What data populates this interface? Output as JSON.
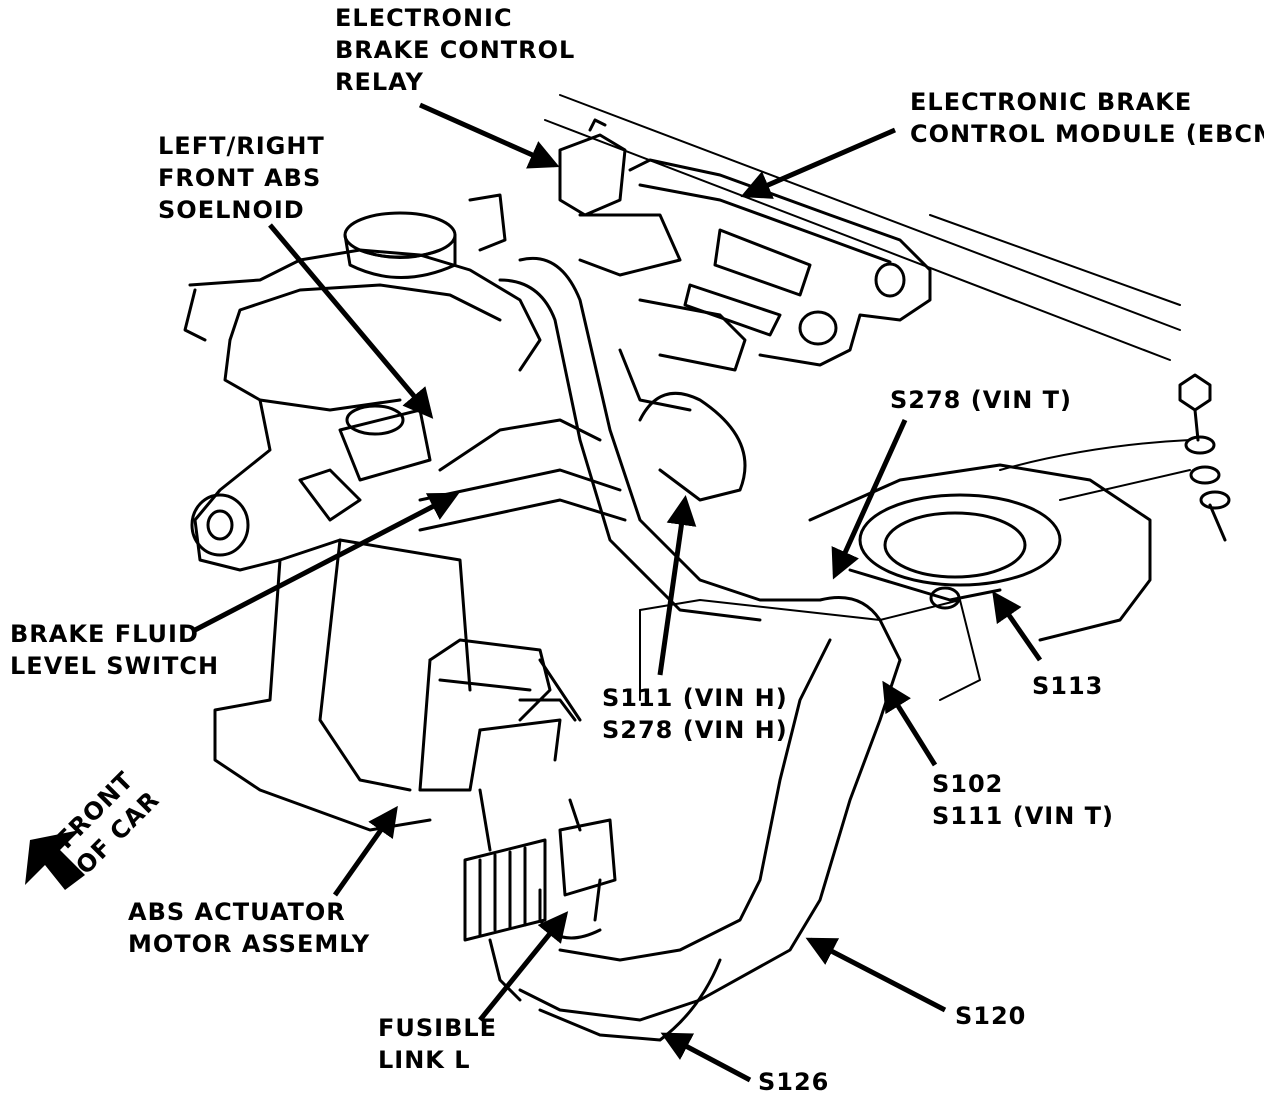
{
  "labels": {
    "ebcr": [
      "ELECTRONIC",
      "BRAKE CONTROL",
      "RELAY"
    ],
    "ebcm": [
      "ELECTRONIC BRAKE",
      "CONTROL MODULE (EBCM)"
    ],
    "solenoid": [
      "LEFT/RIGHT",
      "FRONT ABS",
      "SOELNOID"
    ],
    "fluid_switch": [
      "BRAKE FLUID",
      "LEVEL SWITCH"
    ],
    "s278_vint": "S278 (VIN T)",
    "s111_vinh": [
      "S111 (VIN H)",
      "S278 (VIN H)"
    ],
    "s113": "S113",
    "s102": [
      "S102",
      "S111 (VIN T)"
    ],
    "front_of_car": [
      "FRONT",
      "OF CAR"
    ],
    "actuator": [
      "ABS ACTUATOR",
      "MOTOR ASSEMLY"
    ],
    "fusible": [
      "FUSIBLE",
      "LINK L"
    ],
    "s120": "S120",
    "s126": "S126"
  }
}
